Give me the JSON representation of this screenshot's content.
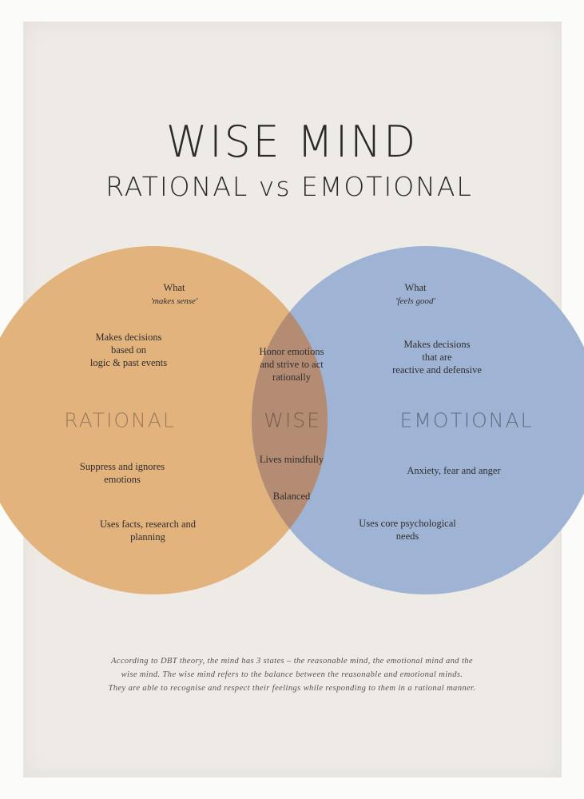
{
  "title": "WISE MIND",
  "subtitle": "RATIONAL vs EMOTIONAL",
  "colors": {
    "rational": "#e3b37e",
    "emotional": "#9fb4d4",
    "overlap": "#b48c74",
    "background": "#eeebe6"
  },
  "rational": {
    "label": "RATIONAL",
    "what": "What",
    "what_quote": "'makes sense'",
    "decisions": [
      "Makes decisions",
      "based on",
      "logic & past events"
    ],
    "suppress": [
      "Suppress and ignores",
      "emotions"
    ],
    "uses": [
      "Uses facts, research and",
      "planning"
    ]
  },
  "wise": {
    "label": "WISE",
    "honor": [
      "Honor emotions",
      "and strive to act",
      "rationally"
    ],
    "mindful": "Lives mindfully",
    "balanced": "Balanced"
  },
  "emotional": {
    "label": "EMOTIONAL",
    "what": "What",
    "what_quote": "'feels good'",
    "decisions": [
      "Makes decisions",
      "that are",
      "reactive and defensive"
    ],
    "anxiety": "Anxiety, fear and anger",
    "uses": [
      "Uses core psychological",
      "needs"
    ]
  },
  "footer": [
    "According to DBT theory, the mind has 3 states – the reasonable mind, the emotional mind and the",
    "wise mind. The wise mind refers to the balance between the reasonable and emotional minds.",
    "They are able to recognise and respect their feelings while responding to them in a rational manner."
  ]
}
